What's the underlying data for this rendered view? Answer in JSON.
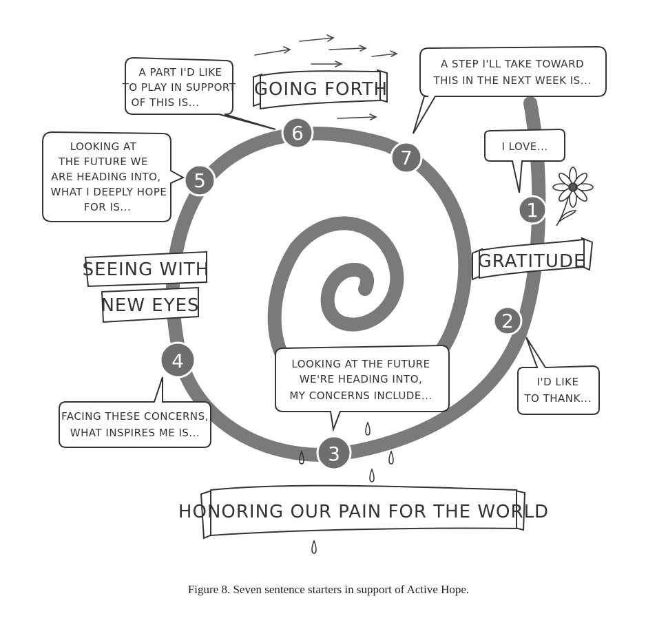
{
  "banners": {
    "going_forth": "GOING FORTH",
    "gratitude": "GRATITUDE",
    "seeing_line1": "SEEING WITH",
    "seeing_line2": "NEW EYES",
    "honoring": "HONORING OUR PAIN FOR THE WORLD"
  },
  "steps": {
    "n1": "1",
    "n2": "2",
    "n3": "3",
    "n4": "4",
    "n5": "5",
    "n6": "6",
    "n7": "7"
  },
  "bubbles": {
    "b1": [
      "I LOVE..."
    ],
    "b2": [
      "I'D LIKE",
      "TO THANK..."
    ],
    "b3": [
      "LOOKING AT THE FUTURE",
      "WE'RE HEADING INTO,",
      "MY CONCERNS INCLUDE..."
    ],
    "b4": [
      "FACING THESE CONCERNS,",
      "WHAT INSPIRES ME IS..."
    ],
    "b5": [
      "LOOKING AT",
      "THE FUTURE WE",
      "ARE HEADING INTO,",
      "WHAT I DEEPLY HOPE",
      "FOR IS..."
    ],
    "b6": [
      "A PART I'D LIKE",
      "TO PLAY IN SUPPORT",
      "OF THIS IS..."
    ],
    "b7": [
      "A STEP I'LL TAKE TOWARD",
      "THIS IN THE NEXT WEEK IS..."
    ]
  },
  "caption": "Figure 8. Seven sentence starters in support of Active Hope.",
  "colors": {
    "spiral": "#7a7a7a",
    "ink": "#333333",
    "circle": "#6e6e6e"
  }
}
